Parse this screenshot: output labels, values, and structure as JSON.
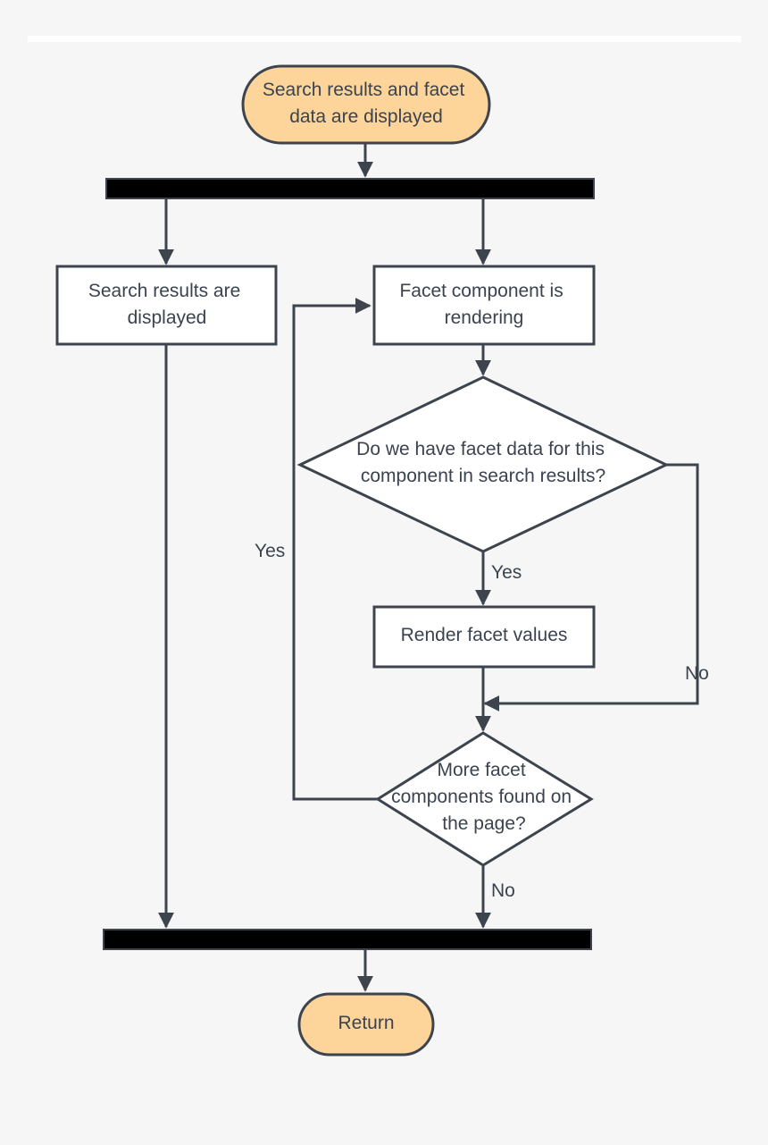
{
  "colors": {
    "background": "#f6f6f6",
    "terminal_fill": "#fdd59a",
    "stroke": "#3d444d",
    "bar_fill": "#000000",
    "box_fill": "#ffffff",
    "text": "#3b4350",
    "top_rule": "#ffffff"
  },
  "nodes": {
    "start": {
      "shape": "terminal",
      "lines": [
        "Search results and facet",
        "data are displayed"
      ]
    },
    "search_results": {
      "shape": "process",
      "lines": [
        "Search results are",
        "displayed"
      ]
    },
    "facet_rendering": {
      "shape": "process",
      "lines": [
        "Facet component is",
        "rendering"
      ]
    },
    "facet_data_decision": {
      "shape": "decision",
      "lines": [
        "Do we have facet data for this",
        "component in search results?"
      ]
    },
    "render_values": {
      "shape": "process",
      "lines": [
        "Render facet values"
      ]
    },
    "more_components_decision": {
      "shape": "decision",
      "lines": [
        "More facet",
        "components found on",
        "the page?"
      ]
    },
    "end": {
      "shape": "terminal",
      "lines": [
        "Return"
      ]
    }
  },
  "edge_labels": {
    "facet_yes": "Yes",
    "facet_no": "No",
    "more_yes": "Yes",
    "more_no": "No"
  }
}
